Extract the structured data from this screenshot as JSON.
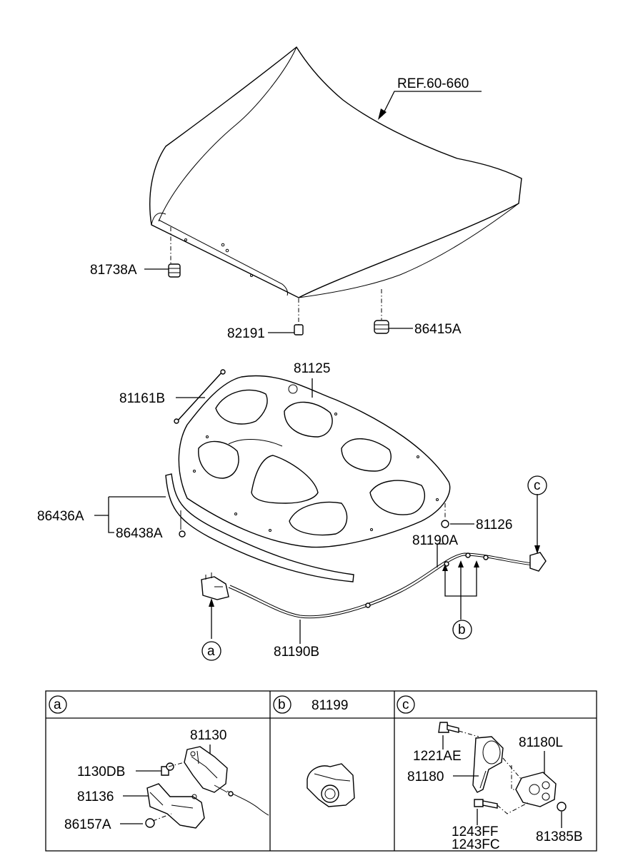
{
  "callouts": {
    "ref": "REF.60-660",
    "p81738A": "81738A",
    "p82191": "82191",
    "p86415A": "86415A",
    "p81125": "81125",
    "p81161B": "81161B",
    "p86436A": "86436A",
    "p86438A": "86438A",
    "p81126": "81126",
    "p81190A": "81190A",
    "p81190B": "81190B"
  },
  "circle_labels": {
    "a": "a",
    "b": "b",
    "c": "c"
  },
  "table": {
    "a": {
      "key": "a",
      "parts": {
        "p81130": "81130",
        "p1130DB": "1130DB",
        "p81136": "81136",
        "p86157A": "86157A"
      }
    },
    "b": {
      "key": "b",
      "title": "81199"
    },
    "c": {
      "key": "c",
      "parts": {
        "p1221AE": "1221AE",
        "p81180L": "81180L",
        "p81180": "81180",
        "p1243FF": "1243FF",
        "p1243FC": "1243FC",
        "p81385B": "81385B"
      }
    }
  }
}
